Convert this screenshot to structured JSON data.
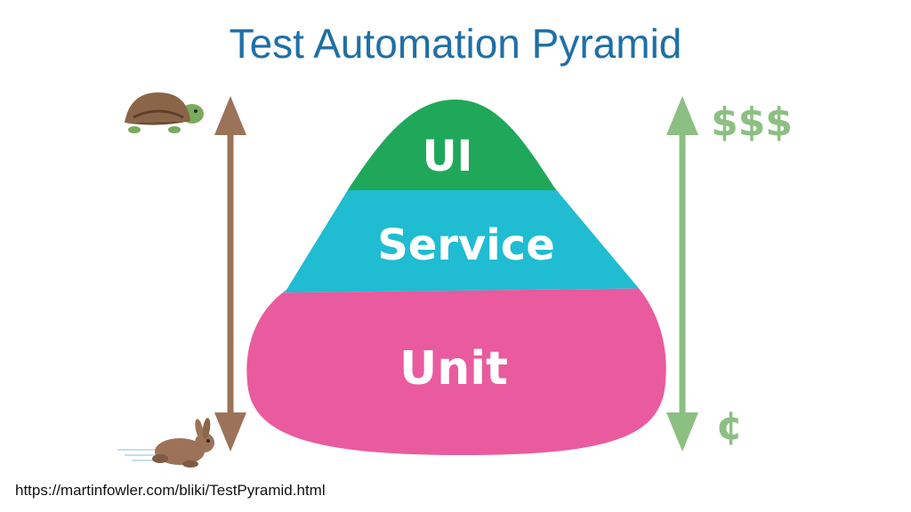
{
  "title": "Test Automation Pyramid",
  "pyramid": {
    "layers": [
      {
        "label": "UI",
        "color": "#20a85a"
      },
      {
        "label": "Service",
        "color": "#1fbcd2"
      },
      {
        "label": "Unit",
        "color": "#ea5a9e"
      }
    ]
  },
  "cost_scale": {
    "high": "$$$",
    "low": "¢",
    "color": "#8cbf82"
  },
  "speed_scale": {
    "slow_icon": "turtle-icon",
    "fast_icon": "rabbit-icon",
    "arrow_color": "#9c7358"
  },
  "source_url": "https://martinfowler.com/bliki/TestPyramid.html"
}
